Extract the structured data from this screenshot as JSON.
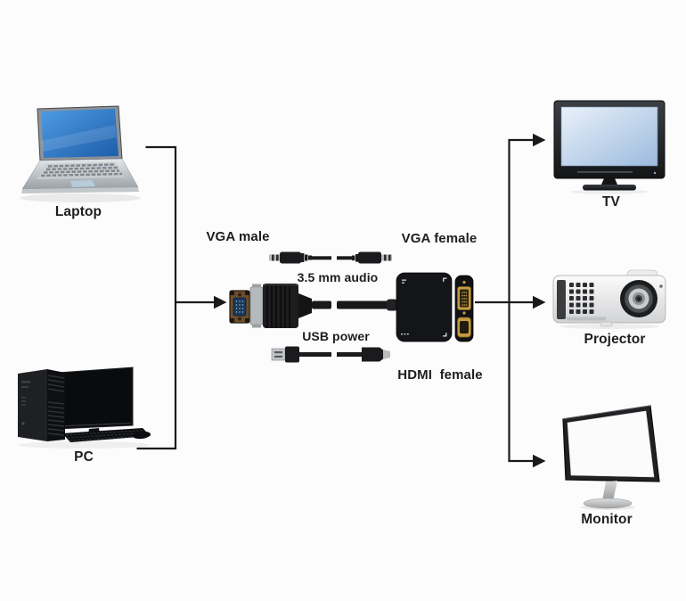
{
  "canvas": {
    "background": "#fcfcfc",
    "line_color": "#1a1a1a",
    "text_color": "#1e1e1c",
    "accent_gold": "#c49b3f",
    "laptop_screen_blue": "#2f7fd0",
    "tv_screen_blue": "#b9cfe9"
  },
  "sources": [
    {
      "id": "laptop",
      "label": "Laptop"
    },
    {
      "id": "pc",
      "label": "PC"
    }
  ],
  "adapter": {
    "vga_male_label": "VGA male",
    "vga_female_label": "VGA female",
    "audio_label": "3.5 mm audio",
    "usb_label": "USB power",
    "hdmi_label": "HDMI  female"
  },
  "outputs": [
    {
      "id": "tv",
      "label": "TV"
    },
    {
      "id": "projector",
      "label": "Projector"
    },
    {
      "id": "monitor",
      "label": "Monitor"
    }
  ]
}
